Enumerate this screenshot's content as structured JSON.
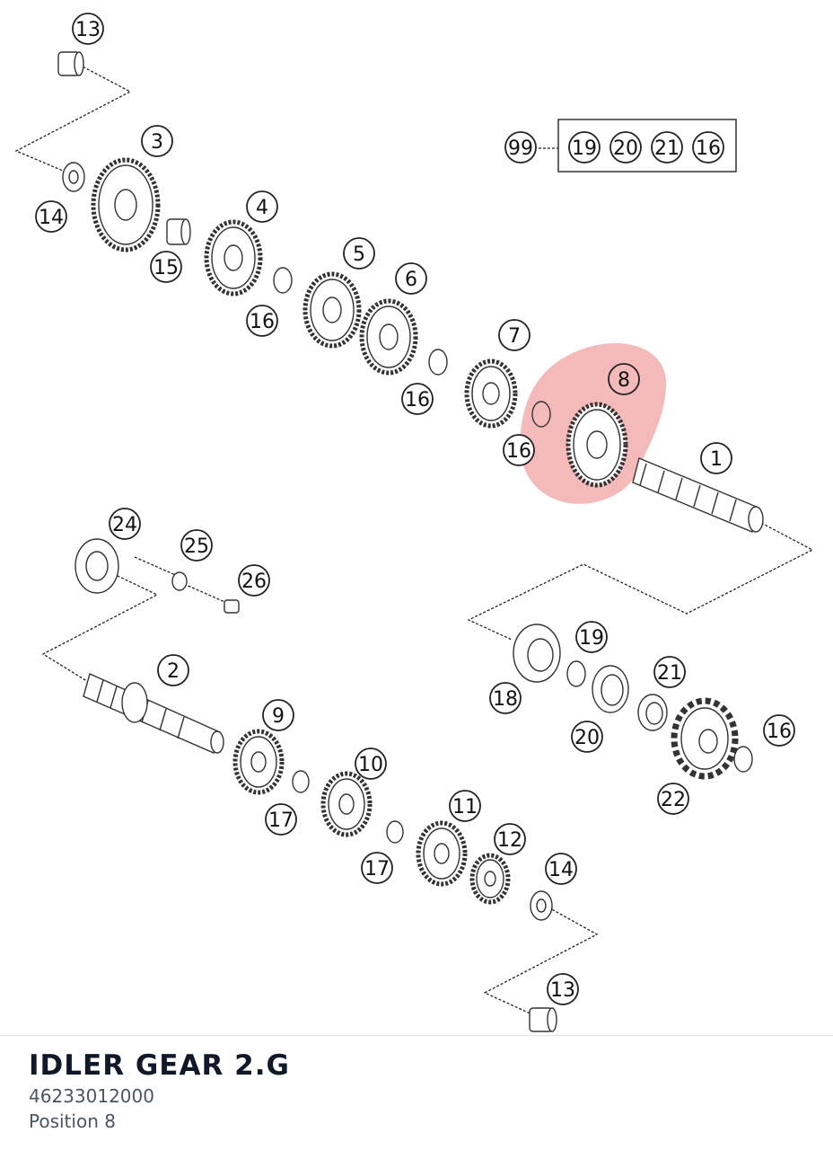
{
  "part": {
    "name": "IDLER GEAR 2.G",
    "number": "46233012000",
    "position": "Position 8"
  },
  "highlight": {
    "callout": "8",
    "color": "#f0a3a3"
  },
  "callouts": [
    "13",
    "3",
    "14",
    "15",
    "4",
    "16",
    "5",
    "6",
    "16",
    "7",
    "8",
    "16",
    "1",
    "99",
    "19",
    "20",
    "21",
    "16",
    "24",
    "25",
    "26",
    "2",
    "9",
    "10",
    "17",
    "17",
    "11",
    "12",
    "14",
    "13",
    "18",
    "19",
    "20",
    "21",
    "22",
    "16"
  ],
  "kit_box": [
    "19",
    "20",
    "21",
    "16"
  ]
}
